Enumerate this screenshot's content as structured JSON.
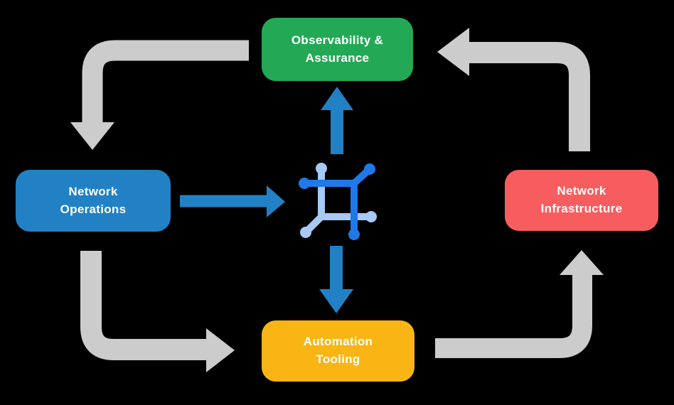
{
  "diagram_title": "Network automation platform cycle diagram",
  "nodes": {
    "top": {
      "label": "Observability & Assurance",
      "lines": [
        "Observability &",
        "Assurance"
      ],
      "color": "#23A956"
    },
    "left": {
      "label": "Network Operations",
      "lines": [
        "Network",
        "Operations"
      ],
      "color": "#2181C4"
    },
    "right": {
      "label": "Network Infrastructure",
      "lines": [
        "Network",
        "Infrastructure"
      ],
      "color": "#F75D5F"
    },
    "bottom": {
      "label": "Automation Tooling",
      "lines": [
        "Automation",
        "Tooling"
      ],
      "color": "#F9B513"
    }
  },
  "center_icon": {
    "name": "network-platform-icon",
    "dark_blue": "#1F79E8",
    "light_blue": "#A8C8F5"
  },
  "edges": [
    {
      "from": "Observability & Assurance",
      "to": "Network Operations",
      "style": "gray-elbow"
    },
    {
      "from": "Network Operations",
      "to": "Automation Tooling",
      "style": "gray-elbow"
    },
    {
      "from": "Automation Tooling",
      "to": "Network Infrastructure",
      "style": "gray-elbow"
    },
    {
      "from": "Network Infrastructure",
      "to": "Observability & Assurance",
      "style": "gray-elbow"
    },
    {
      "from": "Network Operations",
      "to": "platform-icon",
      "style": "blue-straight"
    },
    {
      "from": "platform-icon",
      "to": "Observability & Assurance",
      "style": "blue-straight"
    },
    {
      "from": "platform-icon",
      "to": "Automation Tooling",
      "style": "blue-straight"
    }
  ],
  "colors": {
    "background": "#000000",
    "arrow_gray": "#CCCCCC",
    "arrow_blue": "#2181C4",
    "node_text": "#FFFFFF"
  }
}
